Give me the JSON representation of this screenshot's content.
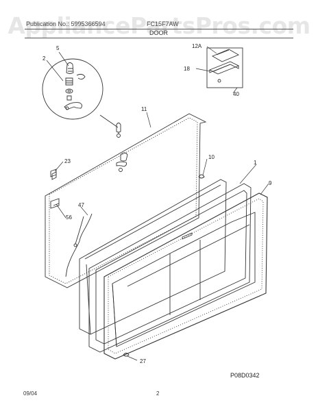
{
  "watermark": "AppliancePartsPros.com",
  "header": {
    "publication_label": "Publication No.: 5995366594",
    "model_label": "FC15F7AW",
    "section_title": "DOOR"
  },
  "callouts": {
    "c5": "5",
    "c2": "2",
    "c12A": "12A",
    "c18": "18",
    "c40": "40",
    "c11": "11",
    "c23": "23",
    "c10": "10",
    "c1": "1",
    "c9": "9",
    "c47": "47",
    "c56": "56",
    "c27": "27"
  },
  "diagram_code": "P08D0342",
  "footer": {
    "date": "09/04",
    "page_number": "2"
  }
}
